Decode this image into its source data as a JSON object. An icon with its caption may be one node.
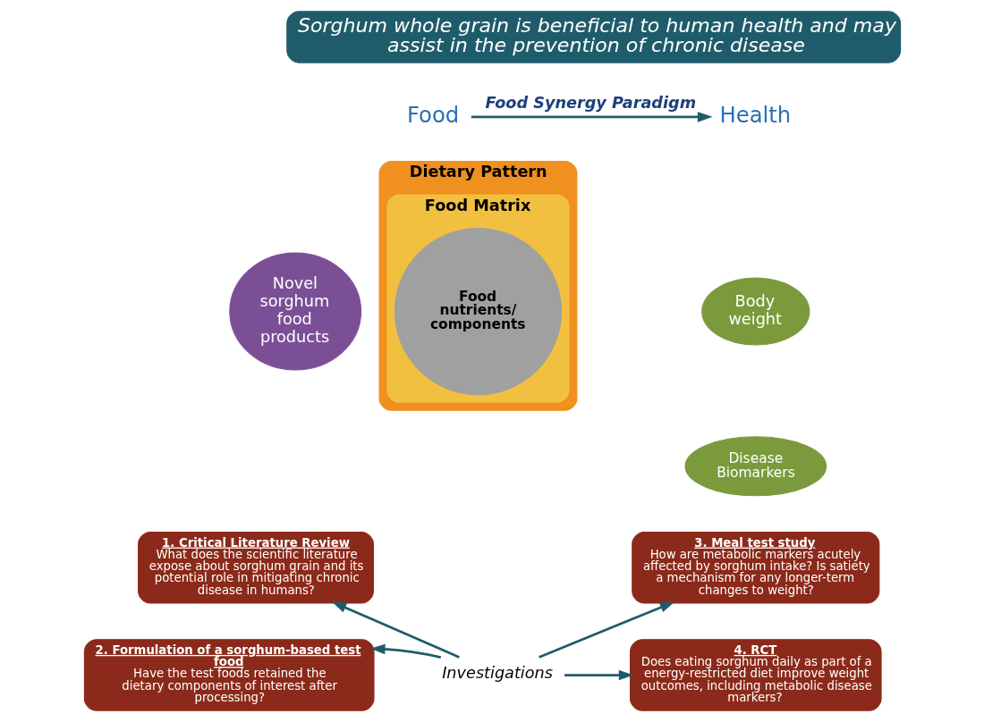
{
  "diagram": {
    "nodes": [
      {
        "text": [
          "Sorghum whole grain is beneficial to human health and may assist in the prevention of chronic disease"
        ]
      },
      {
        "text": [
          "Food"
        ]
      },
      {
        "text": [
          "Health"
        ]
      },
      {
        "text": [
          "Novel sorghum food products"
        ]
      },
      {
        "text": [
          "Dietary Pattern"
        ]
      },
      {
        "text": [
          "Food Matrix"
        ],
        "in": 4
      },
      {
        "text": [
          "Food nutrients/ components"
        ],
        "in": 5
      },
      {
        "text": [
          "Body weight"
        ]
      },
      {
        "text": [
          "Disease Biomarkers"
        ]
      },
      {
        "text": [
          "1. Critical Literature Review",
          "What does the scientific literature expose about sorghum grain and its potential role in mitigating chronic disease in humans?"
        ]
      },
      {
        "text": [
          "3. Meal test study",
          "How are metabolic markers acutely affected by sorghum intake? Is satiety a mechanism for any longer-term changes to weight?"
        ]
      },
      {
        "text": [
          "2. Formulation of a sorghum-based test food",
          "Have the test foods retained the dietary components of interest after processing?"
        ]
      },
      {
        "text": [
          "4. RCT",
          "Does eating sorghum daily as part of a energy-restricted diet improve weight outcomes, including metabolic disease markers?"
        ]
      },
      {
        "text": [
          "Investigations"
        ]
      }
    ],
    "edges": [
      {
        "from": 1,
        "to": 2,
        "arrow": "to",
        "label": "Food Synergy Paradigm"
      },
      {
        "from": 13,
        "to": 9,
        "arrow": "to"
      },
      {
        "from": 13,
        "to": 10,
        "arrow": "to"
      },
      {
        "from": 13,
        "to": 11,
        "arrow": "to"
      },
      {
        "from": 13,
        "to": 12,
        "arrow": "to"
      }
    ]
  }
}
